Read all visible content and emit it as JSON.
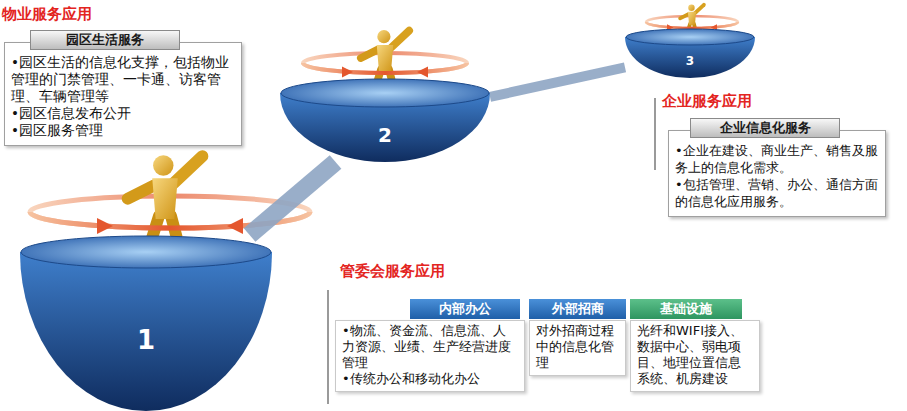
{
  "diagram": {
    "nodes": [
      {
        "text": [
          "园区生活服务",
          "•园区生活的信息化支撑，包括物业管理的门禁管理、一卡通、访客管理、车辆管理等",
          "•园区信息发布公开",
          "•园区服务管理"
        ]
      },
      {
        "text": [
          "2"
        ]
      },
      {
        "text": [
          "3"
        ]
      },
      {
        "text": [
          "企业信息化服务",
          "•企业在建设、商业生产、销售及服务上的信息化需求。",
          "•包括管理、营销、办公、通信方面的信息化应用服务。"
        ]
      },
      {
        "text": [
          "1"
        ]
      },
      {
        "text": [
          "内部办公",
          "•物流、资金流、信息流、人力资源、业绩、生产经营进度管理",
          "•传统办公和移动化办公"
        ]
      },
      {
        "text": [
          "外部招商",
          "对外招商过程中的信息化管理"
        ]
      },
      {
        "text": [
          "基础设施",
          "光纤和WIFI接入、数据中心、弱电项目、地理位置信息系统、机房建设"
        ]
      }
    ],
    "edges": [
      {
        "from": 4,
        "to": 1,
        "arrow": "none"
      },
      {
        "from": 1,
        "to": 2,
        "arrow": "none"
      }
    ],
    "labels": [
      "物业服务应用",
      "企业服务应用",
      "管委会服务应用"
    ]
  }
}
